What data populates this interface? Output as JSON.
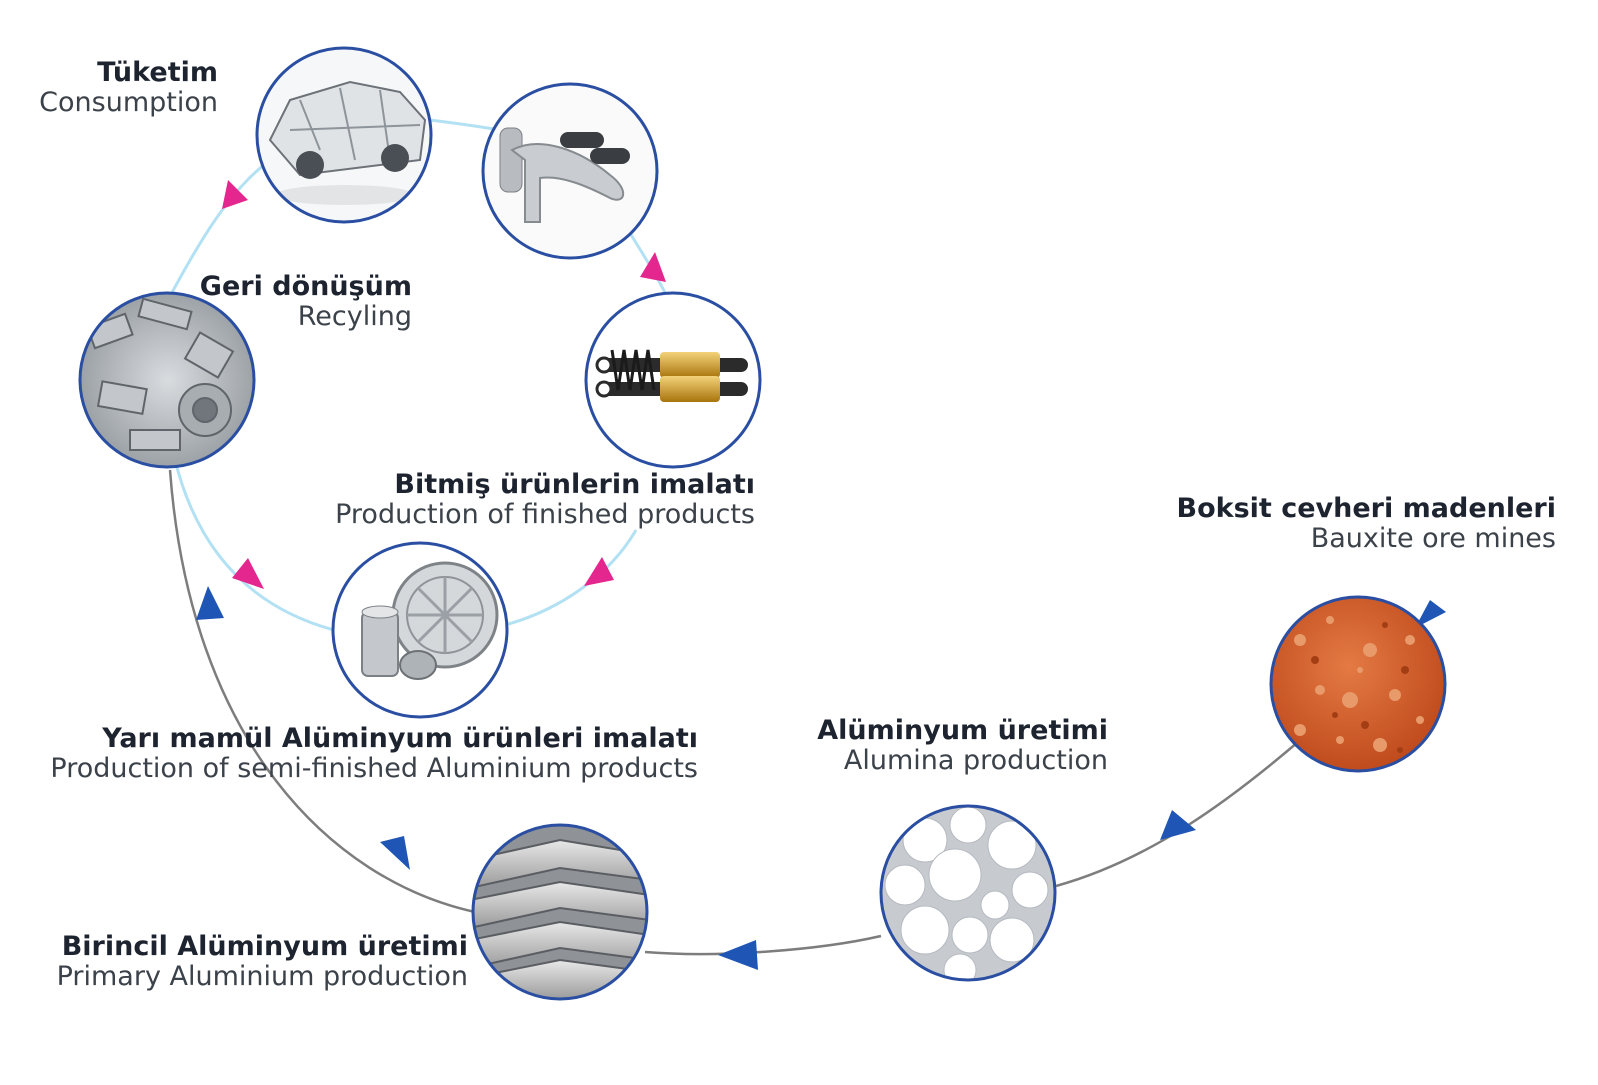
{
  "colors": {
    "recycle_path": "#b3e1f4",
    "main_path": "#7d7d7d",
    "pink_arrow": "#e4278e",
    "blue_arrow": "#1f55b4",
    "circle_border": "#2a4ea2"
  },
  "stages": {
    "consumption": {
      "tr": "Tüketim",
      "en": "Consumption",
      "icon": "car-frame-icon"
    },
    "recycling": {
      "tr": "Geri dönüşüm",
      "en": "Recyling",
      "icon": "scrap-metal-icon"
    },
    "finished": {
      "tr": "Bitmiş ürünlerin imalatı",
      "en": "Production of finished products",
      "icon": "shock-absorber-icon"
    },
    "door_handle": {
      "icon": "door-handle-icon"
    },
    "semi_finished": {
      "tr": "Yarı mamül Alüminyum ürünleri imalatı",
      "en": "Production of semi-finished Aluminium products",
      "icon": "wheel-rim-and-can-icon"
    },
    "primary": {
      "tr": "Birincil Alüminyum üretimi",
      "en": "Primary Aluminium production",
      "icon": "ingot-stack-icon"
    },
    "alumina": {
      "tr": "Alüminyum üretimi",
      "en": "Alumina production",
      "icon": "alumina-balls-icon"
    },
    "bauxite": {
      "tr": "Boksit cevheri madenleri",
      "en": "Bauxite ore mines",
      "icon": "bauxite-ore-icon"
    }
  }
}
